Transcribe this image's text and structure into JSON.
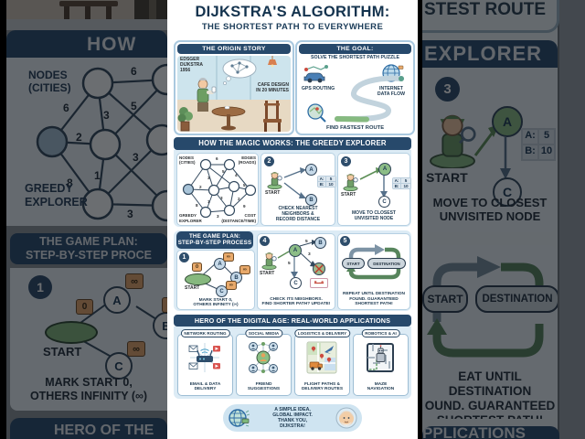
{
  "title": {
    "line1": "DIJKSTRA'S ALGORITHM:",
    "line2": "THE SHORTEST PATH TO EVERYWHERE"
  },
  "origin": {
    "header": "THE ORIGIN STORY",
    "scientist_label": "EDSGER\nDIJKSTRA\n1956",
    "bubble_label": "CAFE DESIGN\nIN 20 MINUTES"
  },
  "goal": {
    "header": "THE GOAL:",
    "subheader": "SOLVE THE SHORTEST PATH PUZZLE",
    "gps": "GPS ROUTING",
    "internet": "INTERNET\nDATA FLOW",
    "route": "FIND FASTEST ROUTE"
  },
  "magic": {
    "header": "HOW THE MAGIC WORKS: THE GREEDY EXPLORER",
    "graph": {
      "nodes_label": "NODES\n(CITIES)",
      "edges_label": "EDGES\n(ROADS)",
      "explorer_label": "GREEDY\nEXPLORER",
      "cost_label": "COST\n(DISTANCE/TIME)",
      "w1": "6",
      "w2": "5",
      "w3": "3",
      "w4": "2",
      "w5": "4",
      "w6": "5",
      "w7": "3",
      "w8": "1",
      "w9": "8",
      "w10": "3",
      "w11": "2",
      "w12": "9"
    },
    "step2": {
      "num": "2",
      "start_label": "START",
      "node_a": "A",
      "node_b": "B",
      "dist_a_label": "A:",
      "dist_a": "5",
      "dist_b_label": "B:",
      "dist_b": "10",
      "caption": "CHECK NEAREST\nNEIGHBORS &\nRECORD DISTANCE"
    },
    "step3": {
      "num": "3",
      "start_label": "START",
      "node_a": "A",
      "node_c": "C",
      "dist_a_label": "A:",
      "dist_a": "5",
      "dist_b_label": "B:",
      "dist_b": "10",
      "caption": "MOVE TO CLOSEST\nUNVISITED NODE"
    }
  },
  "gameplan": {
    "header": "THE GAME PLAN:\nSTEP-BY-STEP PROCESS",
    "step1": {
      "num": "1",
      "start_label": "START",
      "start_tag": "0",
      "node_a": "A",
      "node_b": "B",
      "node_c": "C",
      "inf_a": "∞",
      "inf_b": "∞",
      "inf_c": "∞",
      "caption": "MARK START 0,\nOTHERS INFINITY (∞)"
    },
    "step4": {
      "num": "4",
      "start_label": "START",
      "node_a": "A",
      "node_b": "B",
      "node_c": "C",
      "edge_ab": "5",
      "edge_ax": "3",
      "edge_ac": "5",
      "update_tag": "8→6",
      "caption": "CHECK ITS NEIGHBORS.\nFIND SHORTER PATH? UPDATE!"
    },
    "step5": {
      "num": "5",
      "start_pill": "START",
      "dest_pill": "DESTINATION",
      "caption": "REPEAT UNTIL DESTINATION\nFOUND. GUARANTEED\nSHORTEST PATH!"
    }
  },
  "hero": {
    "header": "HERO OF THE DIGITAL AGE: REAL-WORLD APPLICATIONS",
    "cards": [
      {
        "title": "NETWORK ROUTING",
        "caption": "EMAIL & DATA\nDELIVERY",
        "icon": "router-icon"
      },
      {
        "title": "SOCIAL MEDIA",
        "caption": "FRIEND\nSUGGESTIONS",
        "icon": "people-network-icon"
      },
      {
        "title": "LOGISTICS & DELIVERY",
        "caption": "FLIGHT PATHS &\nDELIVERY ROUTES",
        "icon": "map-truck-plane-icon"
      },
      {
        "title": "ROBOTICS & AI",
        "caption": "MAZE\nNAVIGATION",
        "icon": "robot-maze-icon"
      }
    ]
  },
  "footer": {
    "text": "A SIMPLE IDEA,\nGLOBAL IMPACT.\nTHANK YOU,\nDIJKSTRA!"
  },
  "bg_left": {
    "magic_header": "HOW THE",
    "nodes_label": "NODES\n(CITIES)",
    "explorer_label": "GREEDY\nEXPLORER",
    "w_top": "6",
    "w_left": "6",
    "w_m1": "3",
    "w_m2": "5",
    "w_m3": "2",
    "w_m4": "3",
    "w_m5": "1",
    "w_m6": "8",
    "w_bottom": "3",
    "gameplan_header": "THE GAME PLAN:\nSTEP-BY-STEP PROCE",
    "step_num": "1",
    "start_label": "START",
    "start_tag": "0",
    "node_a": "A",
    "node_b": "B",
    "node_c": "C",
    "inf_a": "∞",
    "inf_b": "∞",
    "inf_c": "∞",
    "caption": "MARK START 0,\nOTHERS INFINITY (∞)",
    "hero_header": "HERO OF THE"
  },
  "bg_right": {
    "route_text": "STEST ROUTE",
    "magic_header": "EXPLORER",
    "step_num": "3",
    "start_label": "START",
    "node_a": "A",
    "node_c": "C",
    "dist_a_label": "A:",
    "dist_a": "5",
    "dist_b_label": "B:",
    "dist_b": "10",
    "caption": "MOVE TO CLOSEST\nUNVISITED NODE",
    "pill_start": "START",
    "pill_dest": "DESTINATION",
    "caption2": "EAT UNTIL DESTINATION\nOUND. GUARANTEED\nSHORTEST PATH!",
    "apps_header": "PPLICATIONS"
  }
}
